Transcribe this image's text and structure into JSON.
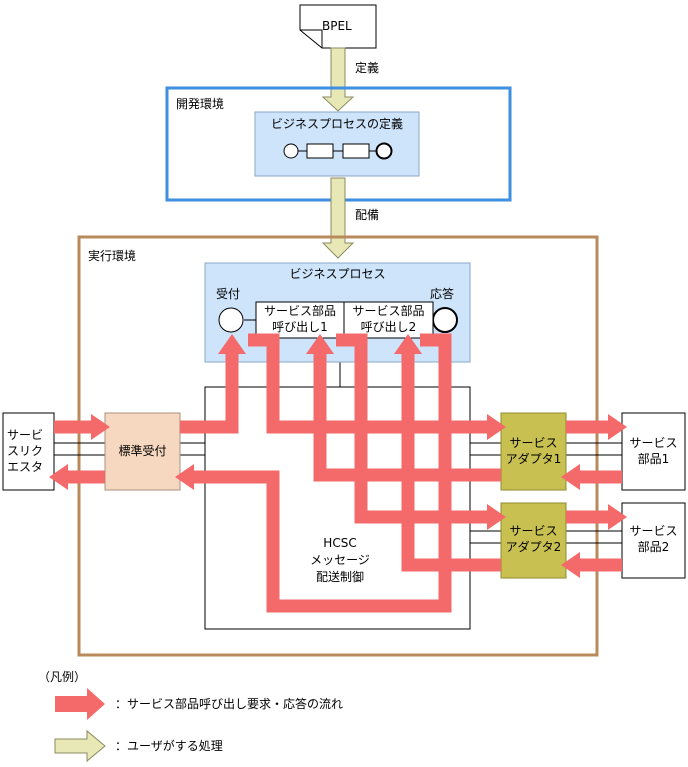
{
  "document": {
    "label": "BPEL"
  },
  "arrows": {
    "define": "定義",
    "deploy": "配備"
  },
  "dev_env": {
    "title": "開発環境",
    "process_def": "ビジネスプロセスの定義"
  },
  "runtime_env": {
    "title": "実行環境",
    "business_process": {
      "title": "ビジネスプロセス",
      "receive": "受付",
      "reply": "応答",
      "call1": [
        "サービス部品",
        "呼び出し1"
      ],
      "call2": [
        "サービス部品",
        "呼び出し2"
      ]
    },
    "standard_reception": "標準受付",
    "hcsc": [
      "HCSC",
      "メッセージ",
      "配送制御"
    ],
    "adapter1": [
      "サービス",
      "アダプタ1"
    ],
    "adapter2": [
      "サービス",
      "アダプタ2"
    ]
  },
  "requester": [
    "サービ",
    "スリク",
    "エスタ"
  ],
  "component1": [
    "サービス",
    "部品1"
  ],
  "component2": [
    "サービス",
    "部品2"
  ],
  "legend": {
    "title": "（凡例）",
    "flow": "：サービス部品呼び出し要求・応答の流れ",
    "user": "：ユーザがする処理"
  },
  "colors": {
    "red_flow": "#f46a6a",
    "user_arrow": "#e8e8b6",
    "dev_border": "#3d8fe0",
    "runtime_border": "#b98a5b",
    "process_fill": "#cde4fb",
    "reception_fill": "#f6d8c0",
    "adapter_fill": "#c8c050"
  }
}
